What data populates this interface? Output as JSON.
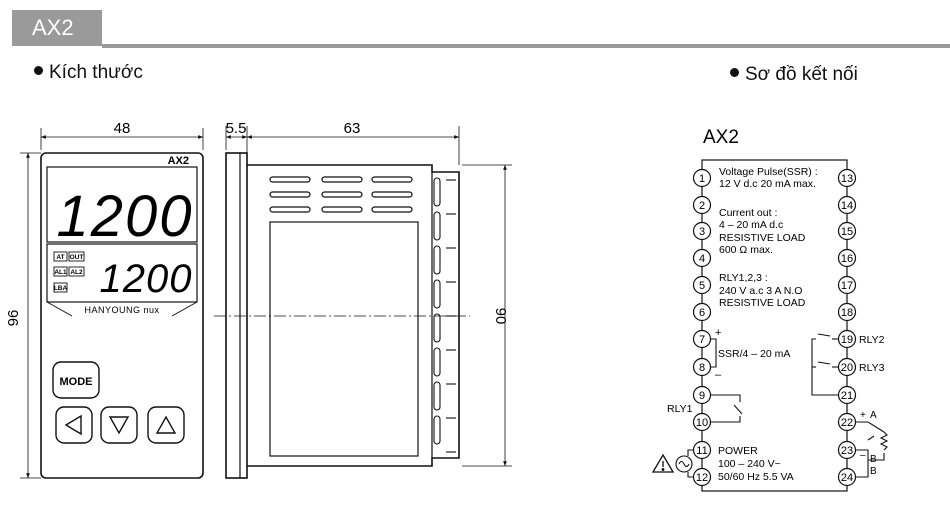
{
  "section_tab": "AX2",
  "heading_dimensions": "Kích thước",
  "heading_wiring": "Sơ đồ kết nối",
  "front": {
    "model": "AX2",
    "pv": "1200",
    "sv": "1200",
    "lamps": [
      "AT",
      "OUT",
      "AL1",
      "AL2",
      "LBA"
    ],
    "brand": "HANYOUNG nux",
    "mode_label": "MODE",
    "width": "48",
    "height": "96"
  },
  "side": {
    "bezel": "5.5",
    "depth": "63",
    "height": "90"
  },
  "wiring": {
    "title": "AX2",
    "left_terminals": [
      "1",
      "2",
      "3",
      "4",
      "5",
      "6",
      "7",
      "8",
      "9",
      "10",
      "11",
      "12"
    ],
    "right_terminals": [
      "13",
      "14",
      "15",
      "16",
      "17",
      "18",
      "19",
      "20",
      "21",
      "22",
      "23",
      "24"
    ],
    "notes": [
      "Voltage Pulse(SSR) :",
      "12 V d.c 20 mA max.",
      "Current out :",
      "4 – 20 mA d.c",
      "RESISTIVE LOAD",
      "600 Ω max.",
      "RLY1,2,3 :",
      "240 V a.c 3 A N.O",
      "RESISTIVE LOAD"
    ],
    "ssr_label": "SSR/4 – 20 mA",
    "plus": "+",
    "minus": "–",
    "rly1": "RLY1",
    "rly2": "RLY2",
    "rly3": "RLY3",
    "rtd_a": "A",
    "rtd_b1": "B",
    "rtd_b2": "B",
    "power": [
      "POWER",
      "100 – 240 V~",
      "50/60 Hz 5.5 VA"
    ]
  }
}
